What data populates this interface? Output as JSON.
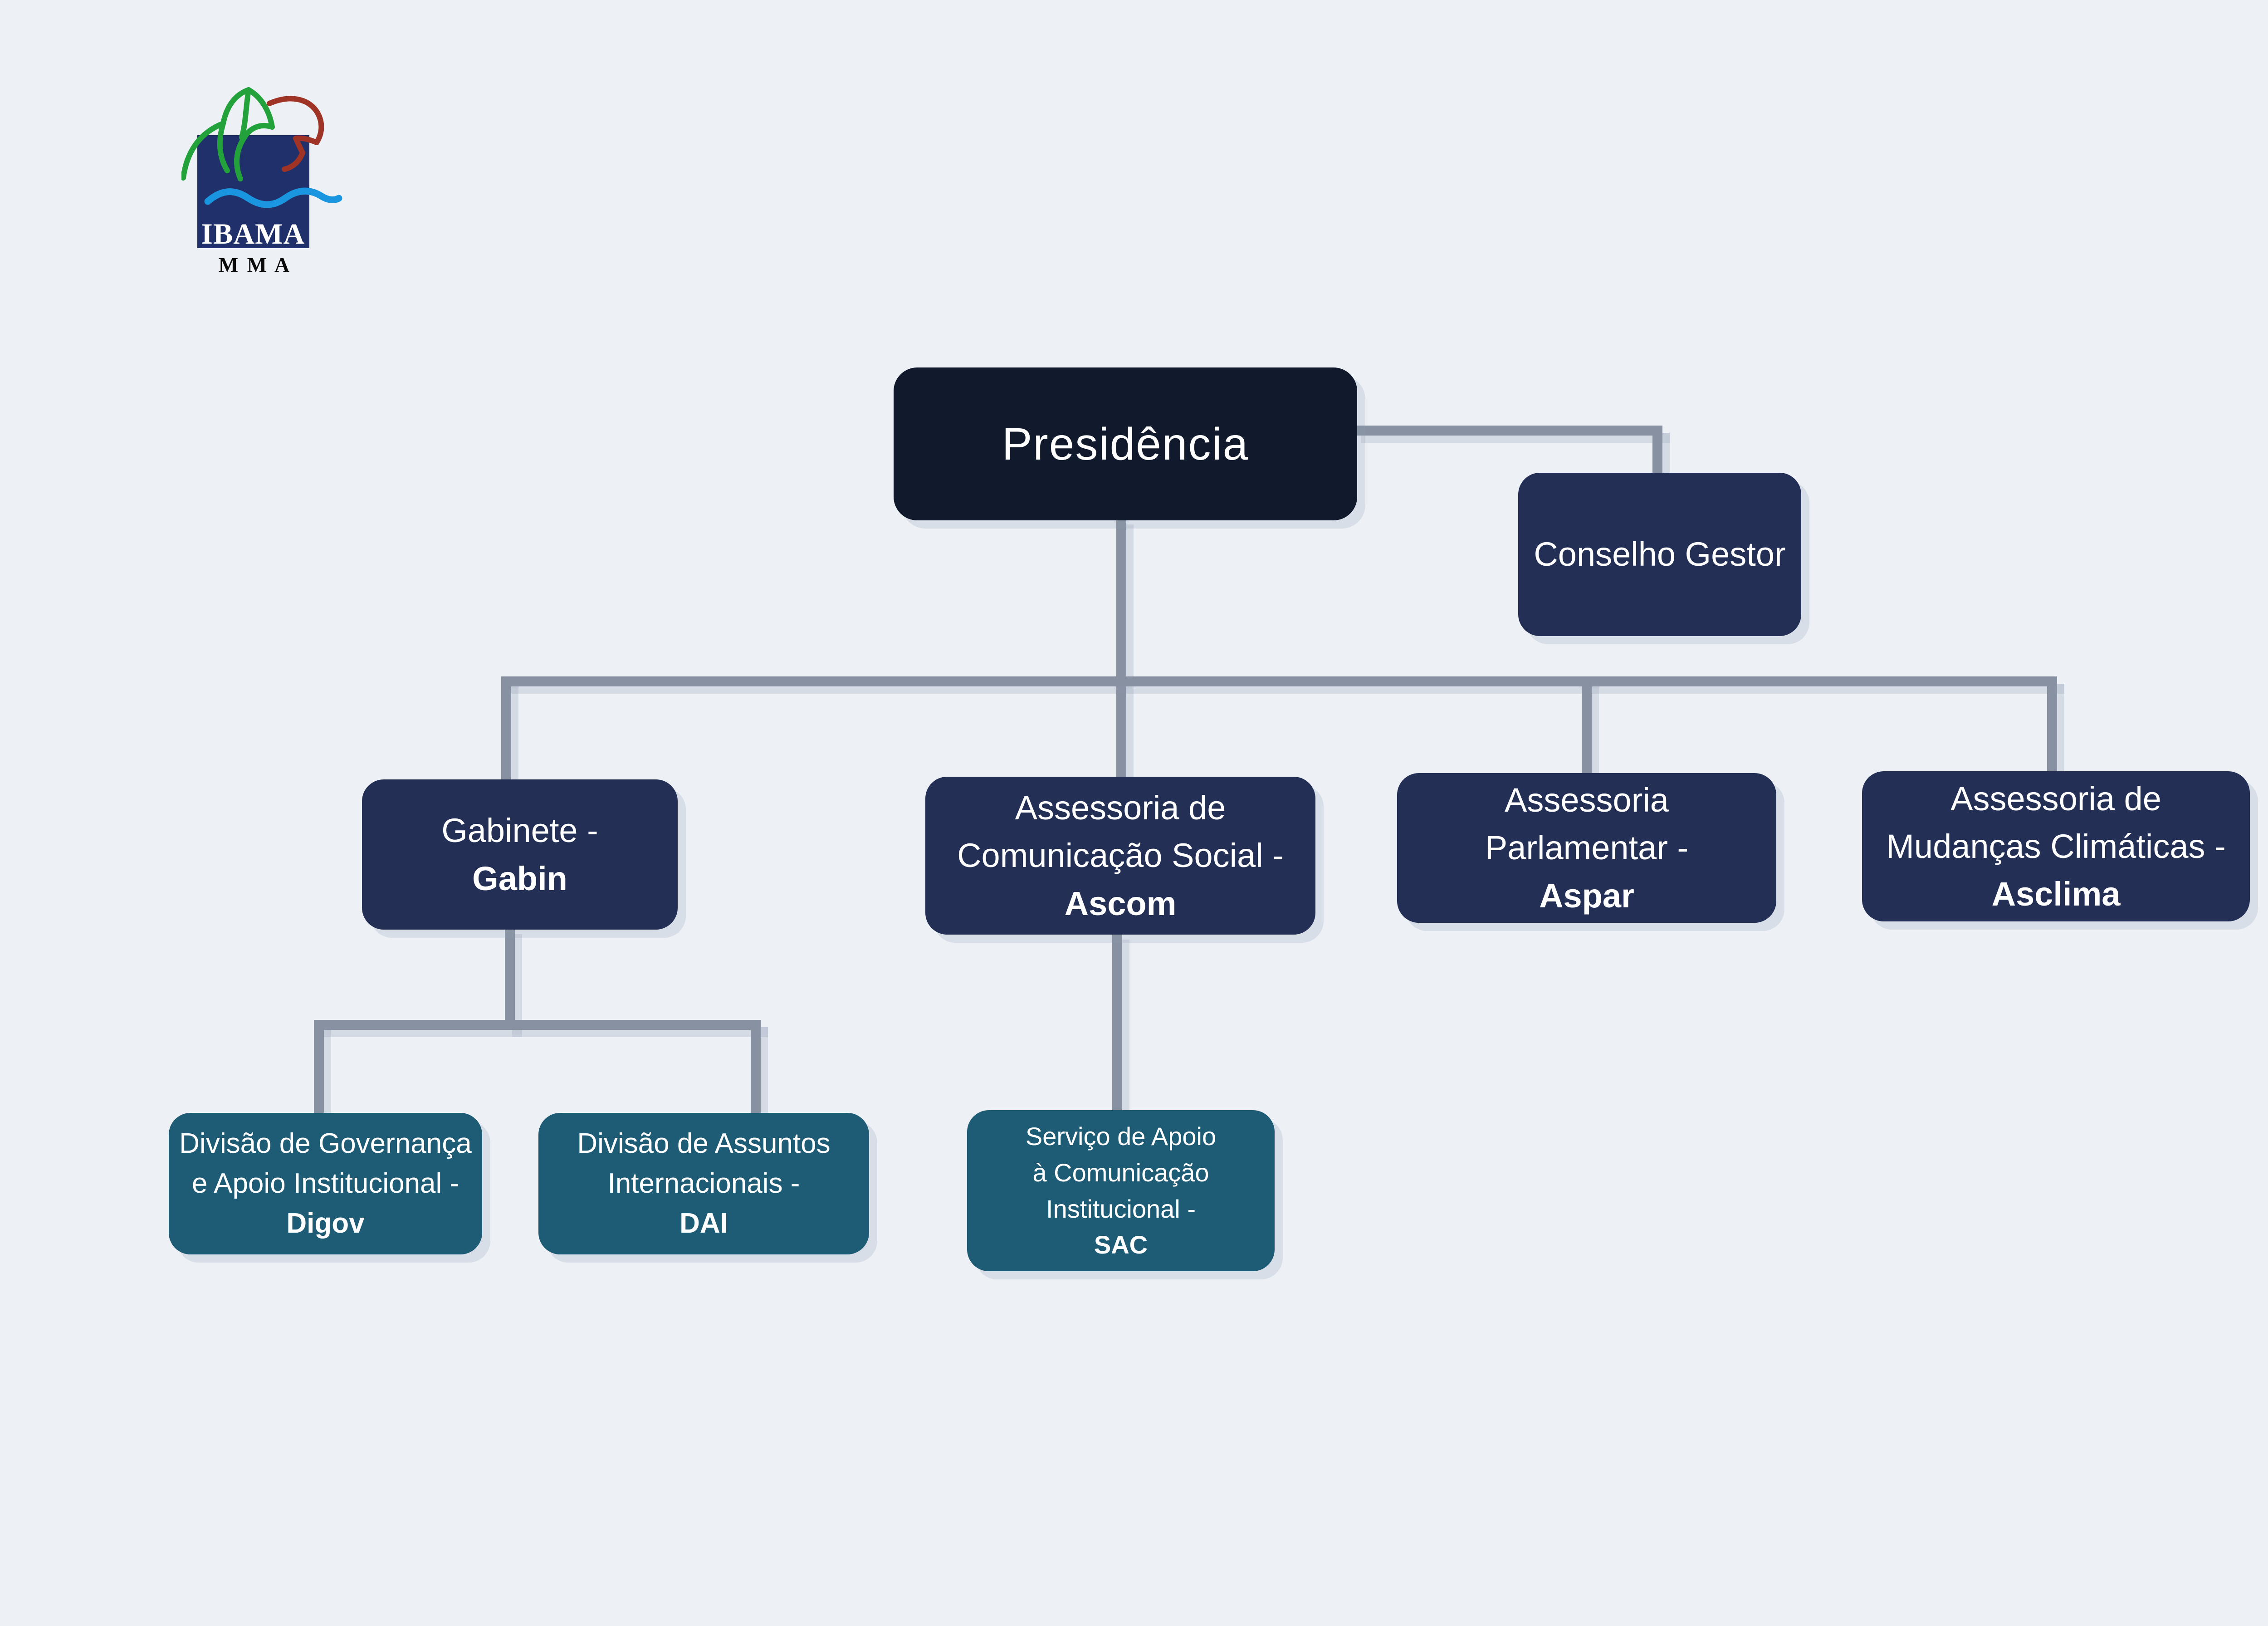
{
  "page": {
    "background": "#edf1f6",
    "kind": "organogram"
  },
  "logo": {
    "wordmark": "IBAMA",
    "subtitle": "M M A",
    "colors": {
      "square": "#20306b",
      "leaf_green": "#23a23c",
      "bird_red": "#9e3326",
      "wave_blue": "#1a96e0",
      "wordmark_color": "#ffffff",
      "subtitle_color": "#0b0b0b"
    }
  },
  "org_chart": {
    "connector_color": "#8791a1",
    "node_colors": {
      "root": "#111a2c",
      "navy": "#242f55",
      "teal": "#1e5b74"
    },
    "nodes": {
      "presidencia": {
        "label": "Presidência"
      },
      "conselho": {
        "label": "Conselho Gestor"
      },
      "gabin": {
        "lines": [
          "Gabinete -"
        ],
        "acronym": "Gabin"
      },
      "ascom": {
        "lines": [
          "Assessoria de",
          "Comunicação Social -"
        ],
        "acronym": "Ascom"
      },
      "aspar": {
        "lines": [
          "Assessoria",
          "Parlamentar -"
        ],
        "acronym": "Aspar"
      },
      "asclima": {
        "lines": [
          "Assessoria de",
          "Mudanças Climáticas -"
        ],
        "acronym": "Asclima"
      },
      "digov": {
        "lines": [
          "Divisão de Governança",
          "e Apoio Institucional -"
        ],
        "acronym": "Digov"
      },
      "dai": {
        "lines": [
          "Divisão de Assuntos",
          "Internacionais -"
        ],
        "acronym": "DAI"
      },
      "sac": {
        "lines": [
          "Serviço de Apoio",
          "à Comunicação",
          "Institucional -"
        ],
        "acronym": "SAC"
      }
    }
  }
}
